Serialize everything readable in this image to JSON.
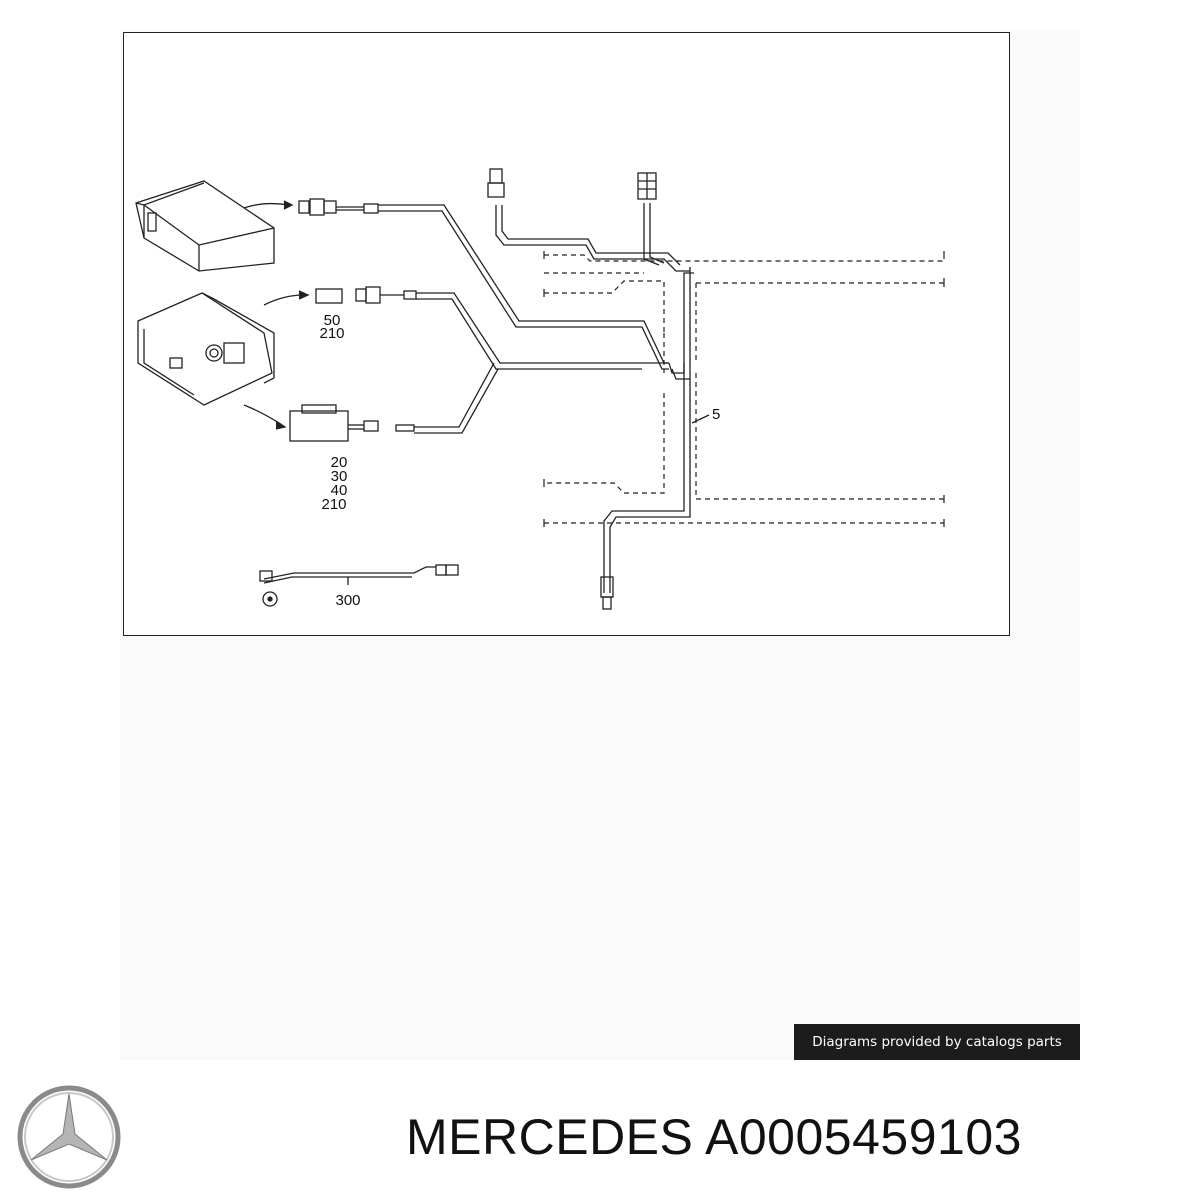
{
  "diagram": {
    "callouts": {
      "c50": "50",
      "c210a": "210",
      "c20": "20",
      "c30": "30",
      "c40": "40",
      "c210b": "210",
      "c300": "300",
      "c5": "5"
    }
  },
  "badge": {
    "text": "Diagrams provided by catalogs parts"
  },
  "footer": {
    "brand": "MERCEDES",
    "part_number": "A0005459103",
    "logo_icon": "mercedes-star-icon"
  }
}
